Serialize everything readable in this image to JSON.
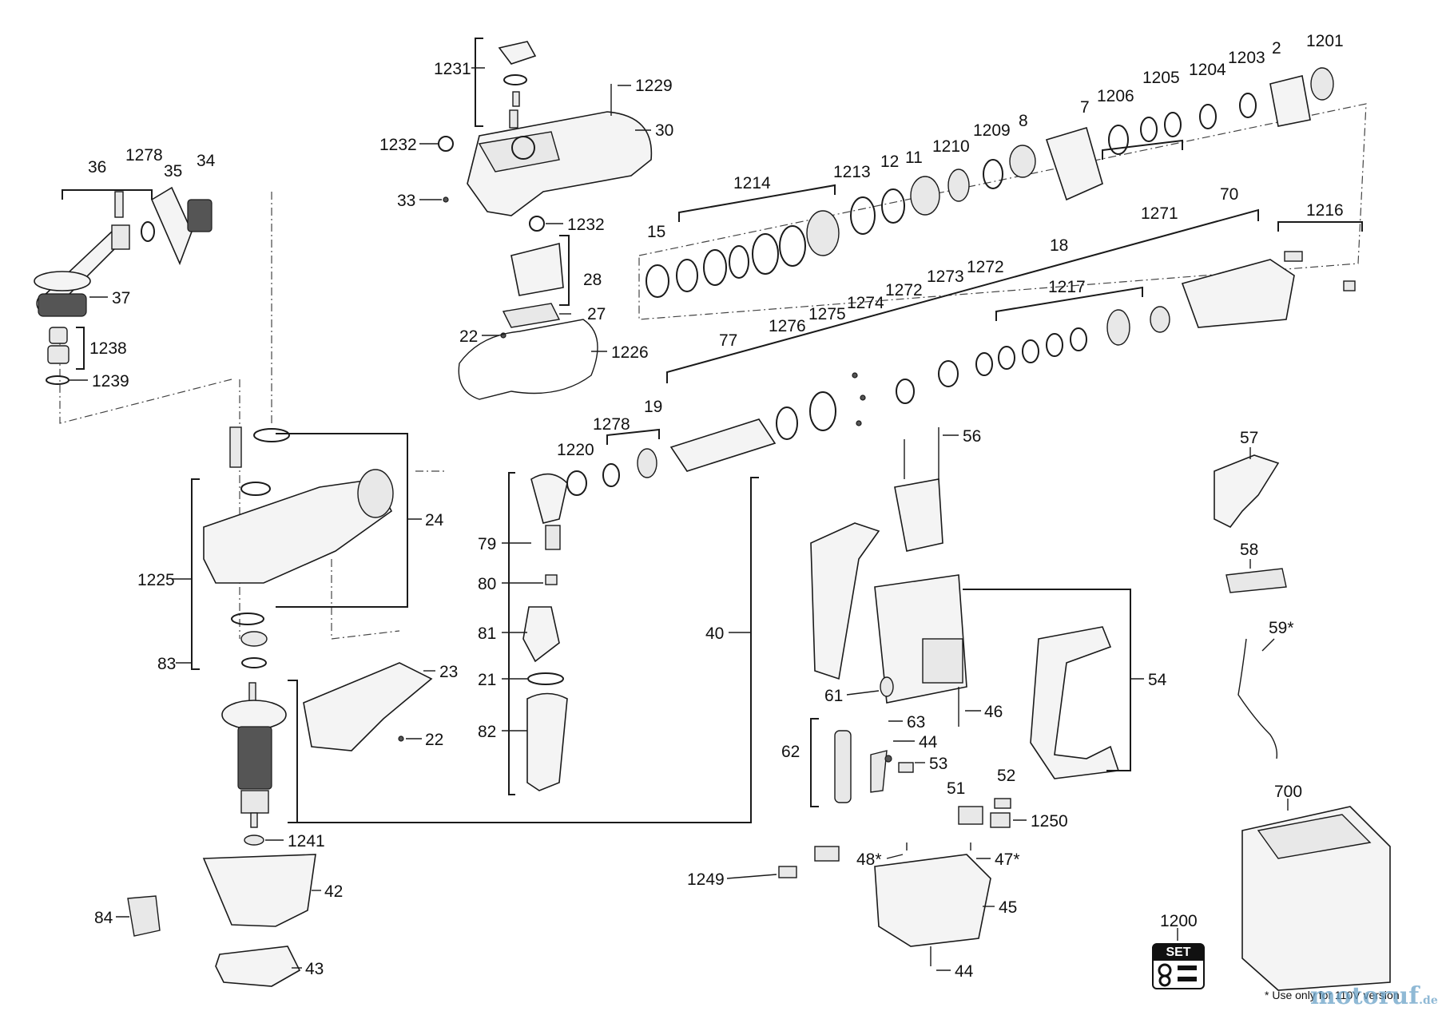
{
  "diagram": {
    "callouts": {
      "c1231": "1231",
      "c1229": "1229",
      "c30": "30",
      "c1232a": "1232",
      "c1232b": "1232",
      "c33": "33",
      "c28": "28",
      "c27": "27",
      "c22a": "22",
      "c1226": "1226",
      "c36": "36",
      "c1278a": "1278",
      "c35": "35",
      "c34": "34",
      "c37": "37",
      "c1238": "1238",
      "c1239": "1239",
      "c24": "24",
      "c1225": "1225",
      "c83": "83",
      "c23": "23",
      "c22b": "22",
      "c1241": "1241",
      "c42": "42",
      "c84": "84",
      "c43": "43",
      "c2": "2",
      "c1201": "1201",
      "c1203": "1203",
      "c1204": "1204",
      "c1205": "1205",
      "c1206": "1206",
      "c7": "7",
      "c8": "8",
      "c1209": "1209",
      "c1210": "1210",
      "c11": "11",
      "c12": "12",
      "c1213": "1213",
      "c1214": "1214",
      "c15": "15",
      "c70": "70",
      "c1216": "1216",
      "c1271": "1271",
      "c18": "18",
      "c1217": "1217",
      "c1272a": "1272",
      "c1273": "1273",
      "c1272b": "1272",
      "c1274": "1274",
      "c1275": "1275",
      "c1276": "1276",
      "c77": "77",
      "c19": "19",
      "c1278b": "1278",
      "c1220": "1220",
      "c79": "79",
      "c80": "80",
      "c81": "81",
      "c21": "21",
      "c82": "82",
      "c40": "40",
      "c56": "56",
      "c61": "61",
      "c63": "63",
      "c44a": "44",
      "c53": "53",
      "c62": "62",
      "c46": "46",
      "c54": "54",
      "c51": "51",
      "c52": "52",
      "c1250": "1250",
      "c1249": "1249",
      "c48": "48*",
      "c47": "47*",
      "c45": "45",
      "c44b": "44",
      "c57": "57",
      "c58": "58",
      "c59": "59*",
      "c700": "700",
      "c1200": "1200"
    },
    "set_badge": "SET",
    "footnote": "* Use only for 110V version",
    "watermark": "motoruf",
    "watermark_tld": ".de"
  }
}
